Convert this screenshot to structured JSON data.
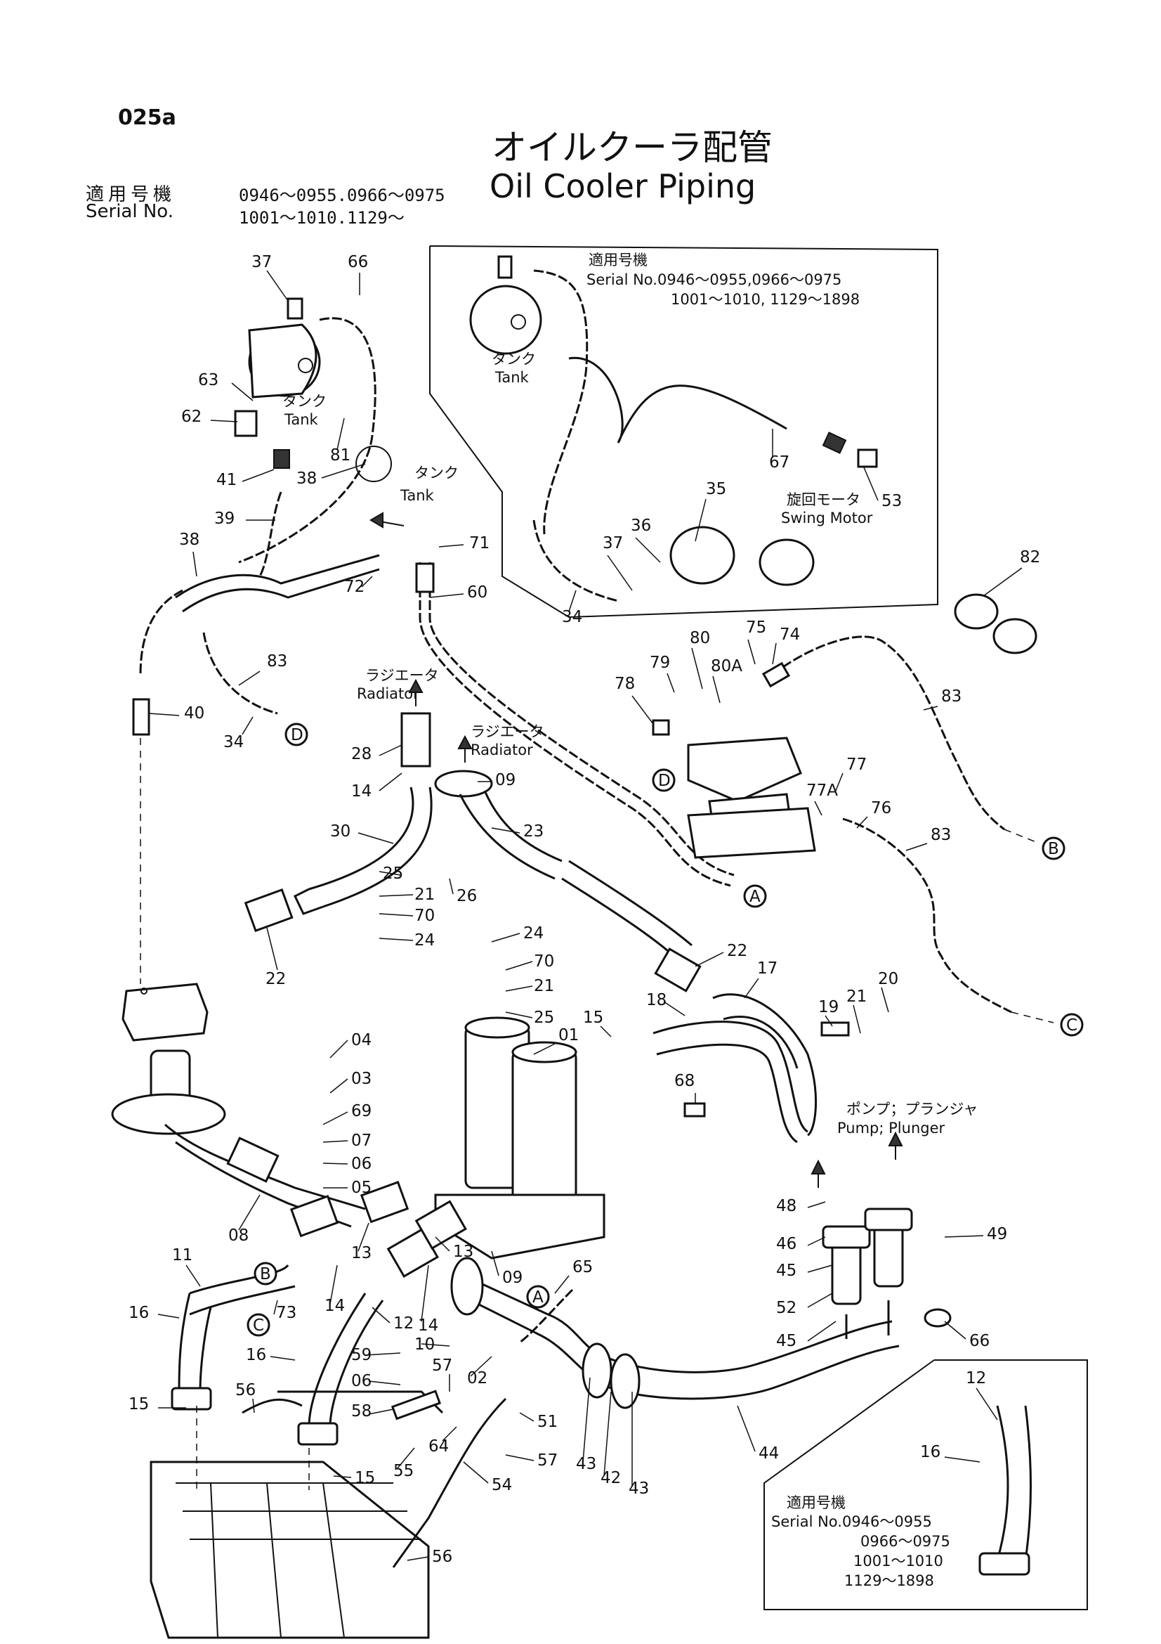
{
  "header": {
    "page_code": "025a",
    "title_jp": "オイルクーラ配管",
    "title_en": "Oil Cooler Piping",
    "serial_label_jp": "適用号機",
    "serial_label_en": "Serial No.",
    "serial_values_line1": "0946～0955.0966～0975",
    "serial_values_line2": "1001～1010.1129～"
  },
  "notes": {
    "inset_top_jp": "適用号機",
    "inset_top_serial1": "Serial No.0946～0955,0966～0975",
    "inset_top_serial2": "1001～1010, 1129～1898",
    "tank_jp": "タンク",
    "tank_en": "Tank",
    "radiator_jp": "ラジエータ",
    "radiator_en": "Radiator",
    "swing_motor_jp": "旋回モータ",
    "swing_motor_en": "Swing Motor",
    "pump_jp": "ポンプ；プランジャ",
    "pump_en": "Pump; Plunger",
    "inset_bottom_jp": "適用号機",
    "inset_bottom_serial1": "Serial No.0946～0955",
    "inset_bottom_serial2": "0966～0975",
    "inset_bottom_serial3": "1001～1010",
    "inset_bottom_serial4": "1129～1898"
  },
  "connectors": [
    "A",
    "B",
    "C",
    "D"
  ],
  "part_labels": [
    "01",
    "02",
    "03",
    "04",
    "05",
    "06",
    "07",
    "08",
    "09",
    "10",
    "11",
    "12",
    "13",
    "14",
    "15",
    "16",
    "17",
    "18",
    "19",
    "20",
    "21",
    "22",
    "23",
    "24",
    "25",
    "26",
    "28",
    "30",
    "34",
    "35",
    "36",
    "37",
    "38",
    "39",
    "40",
    "41",
    "42",
    "43",
    "44",
    "45",
    "46",
    "48",
    "49",
    "51",
    "52",
    "53",
    "54",
    "55",
    "56",
    "57",
    "58",
    "59",
    "60",
    "62",
    "63",
    "64",
    "65",
    "66",
    "67",
    "68",
    "69",
    "70",
    "71",
    "72",
    "73",
    "74",
    "75",
    "76",
    "77",
    "77A",
    "78",
    "79",
    "80",
    "80A",
    "81",
    "82",
    "83"
  ]
}
